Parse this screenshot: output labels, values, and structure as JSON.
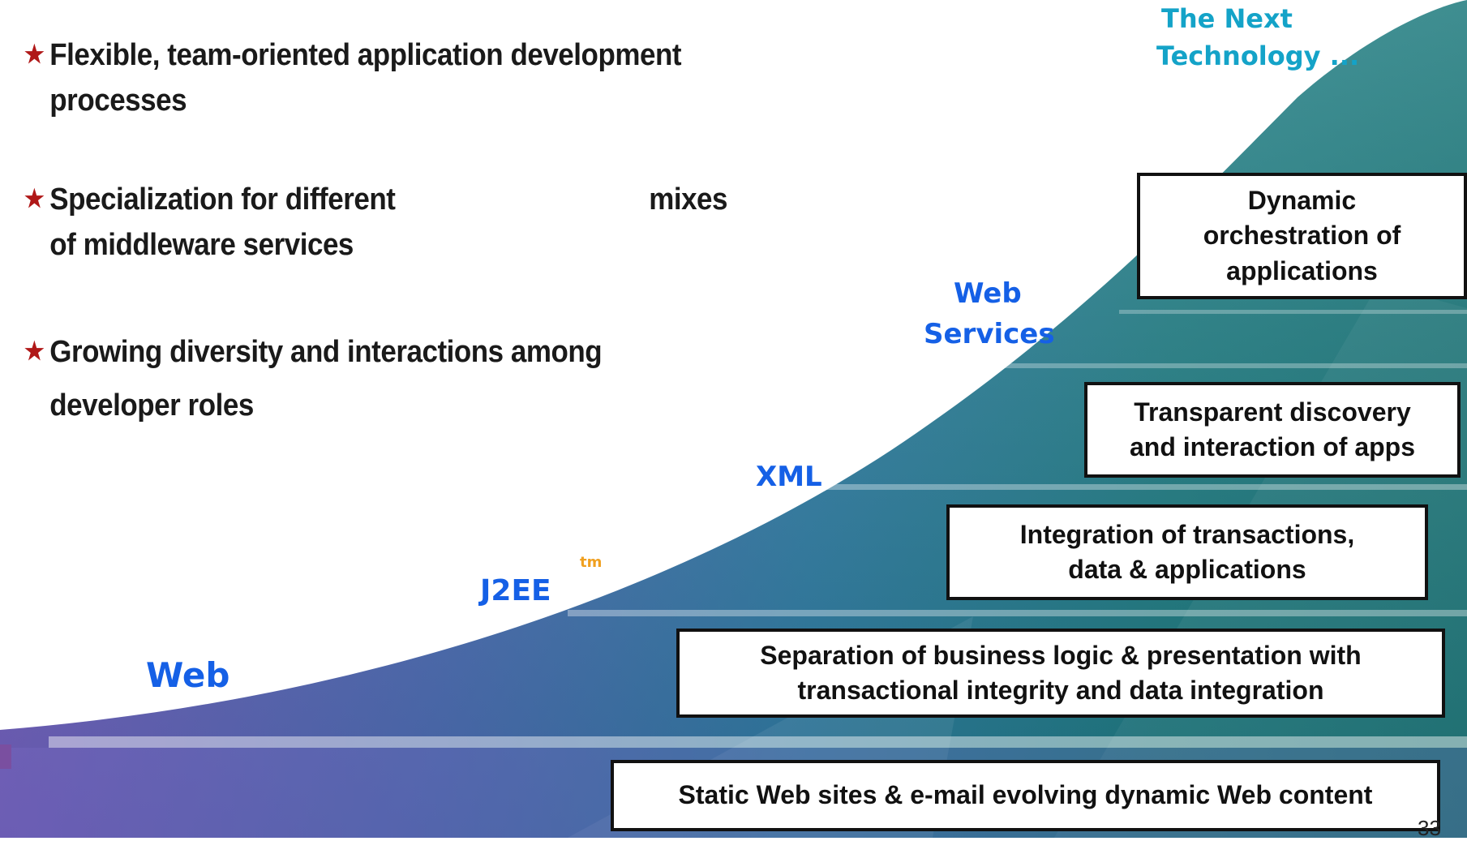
{
  "bullets": [
    {
      "line1": "Flexible, team-oriented application development",
      "line2": "processes"
    },
    {
      "line1a": "Specialization for different",
      "line1b": "mixes",
      "line2": "of middleware services"
    },
    {
      "line1": "Growing diversity and interactions among",
      "line2": "developer roles"
    }
  ],
  "tech_labels": {
    "web": "Web",
    "j2ee": "J2EE",
    "tm": "tm",
    "xml": "XML",
    "web_services_1": "Web",
    "web_services_2": "Services",
    "next_1": "The Next",
    "next_2": "Technology ..."
  },
  "boxes": {
    "static": "Static Web sites & e-mail evolving dynamic Web content",
    "separation_1": "Separation of business logic & presentation with",
    "separation_2": "transactional integrity and data integration",
    "integration_1": "Integration of transactions,",
    "integration_2": "data & applications",
    "transparent_1": "Transparent discovery",
    "transparent_2": "and interaction of apps",
    "dynamic_1": "Dynamic",
    "dynamic_2": "orchestration of",
    "dynamic_3": "applications"
  },
  "page_number": "33",
  "colors": {
    "star": "#b01818",
    "tech_blue": "#1560e6",
    "next_teal": "#14a3c8",
    "tm_orange": "#f0a020"
  }
}
